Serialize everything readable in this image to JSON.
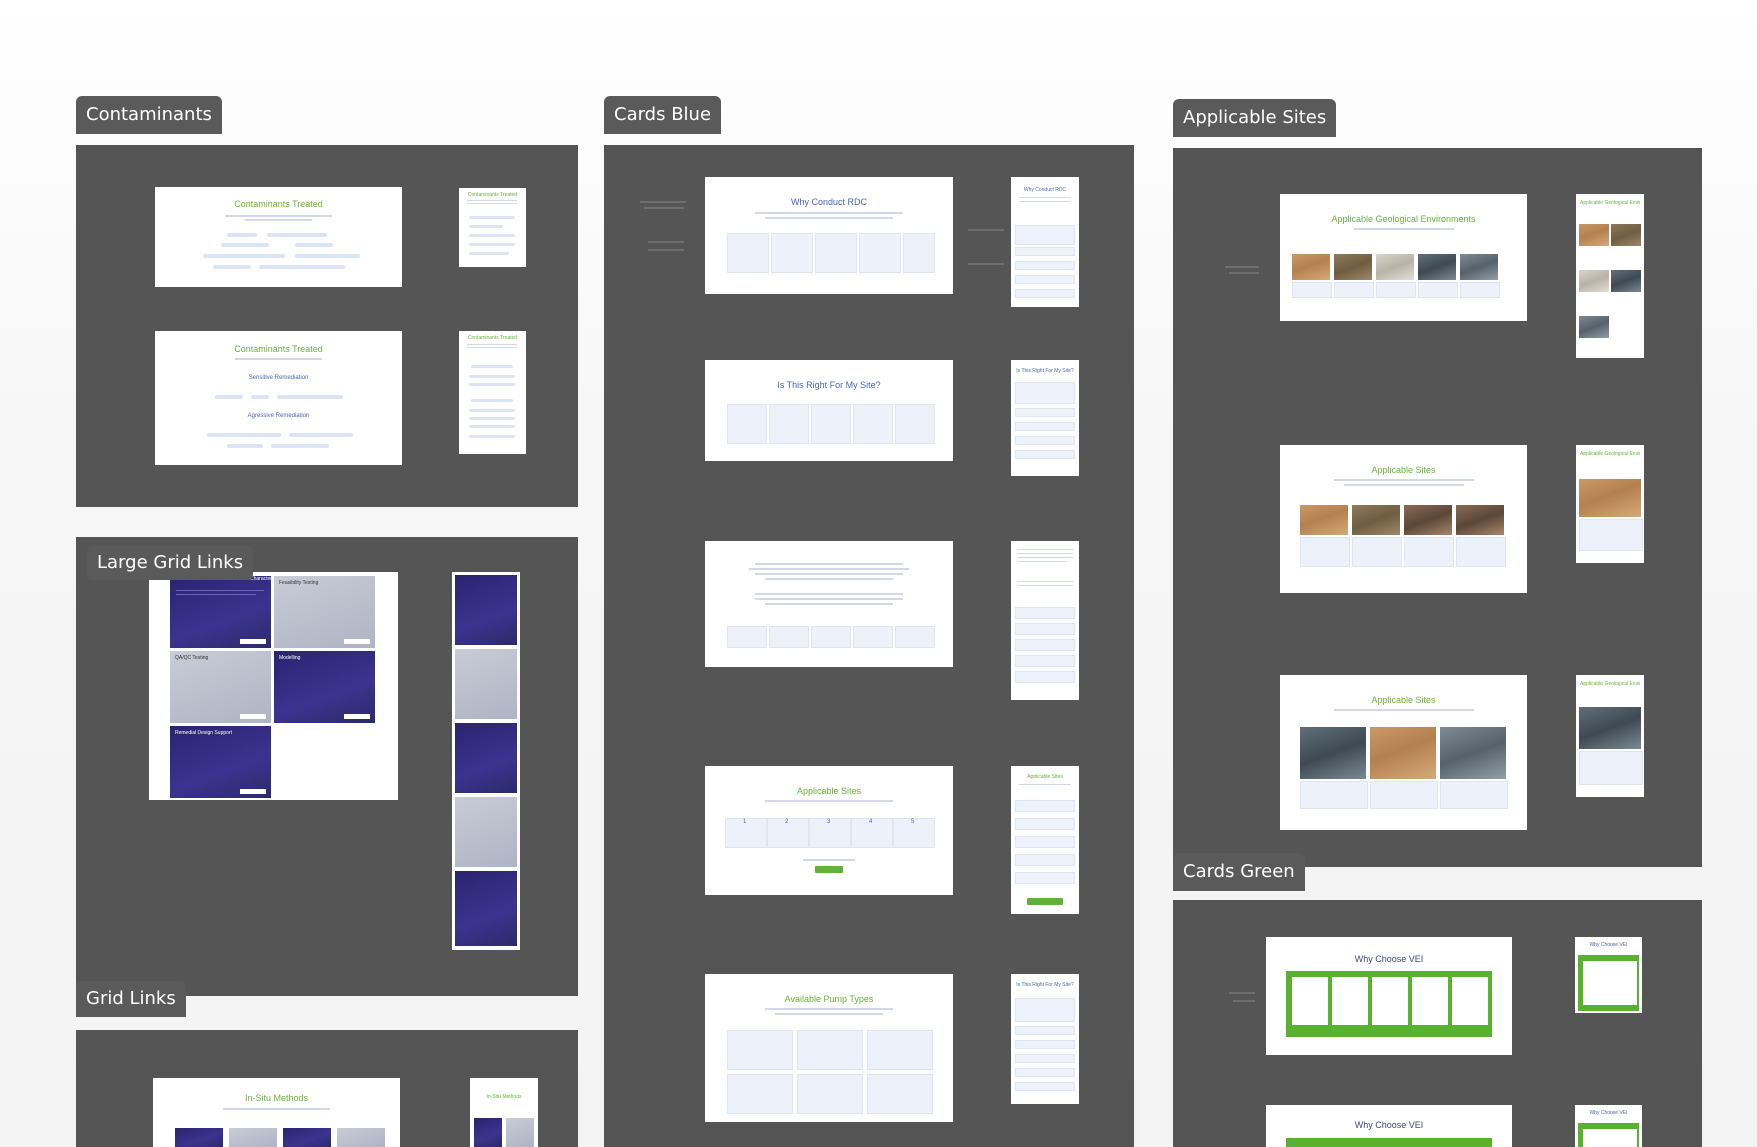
{
  "frames": {
    "contaminants": "Contaminants",
    "cards_blue": "Cards Blue",
    "applicable_sites": "Applicable Sites",
    "large_grid_links": "Large Grid Links",
    "grid_links": "Grid Links",
    "cards_green": "Cards Green"
  },
  "contaminants": {
    "slide1_title": "Contaminants Treated",
    "slide2_title": "Contaminants Treated",
    "slide2_sub1": "Sensitive Remediation",
    "slide2_sub2": "Agressive Remediation",
    "mobile1_title": "Contaminants Treated",
    "mobile2_title": "Contaminants Treated"
  },
  "cards_blue": {
    "s1_title": "Why Conduct RDC",
    "s2_title": "Is This Right For My Site?",
    "s4_title": "Applicable Sites",
    "s4_numbers": [
      "1",
      "2",
      "3",
      "4",
      "5"
    ],
    "s5_title": "Available Pump Types",
    "m1_title": "Why Conduct RDC",
    "m2_title": "Is This Right For My Site?",
    "m4_title": "Applicable Sites",
    "m5_title": "Is This Right For My Site?"
  },
  "applicable_sites": {
    "s1_title": "Applicable Geological Environments",
    "s2_title": "Applicable Sites",
    "s3_title": "Applicable Sites",
    "m1_title": "Applicable Geological Environments",
    "m2_title": "Applicable Geological Environments",
    "m3_title": "Applicable Geological Environments"
  },
  "large_grid": {
    "tile1": "Site Characterization",
    "tile2": "Feasibility Testing",
    "tile3": "QA/QC Testing",
    "tile4": "Modelling",
    "tile5": "Remedial Design Support"
  },
  "grid_links": {
    "s1_title": "In-Situ Methods",
    "m1_title": "In-Situ Methods"
  },
  "cards_green": {
    "s1_title": "Why Choose VEI",
    "s2_title": "Why Choose VEI",
    "m1_title": "Why Choose VEI",
    "m2_title": "Why Choose VEI"
  }
}
